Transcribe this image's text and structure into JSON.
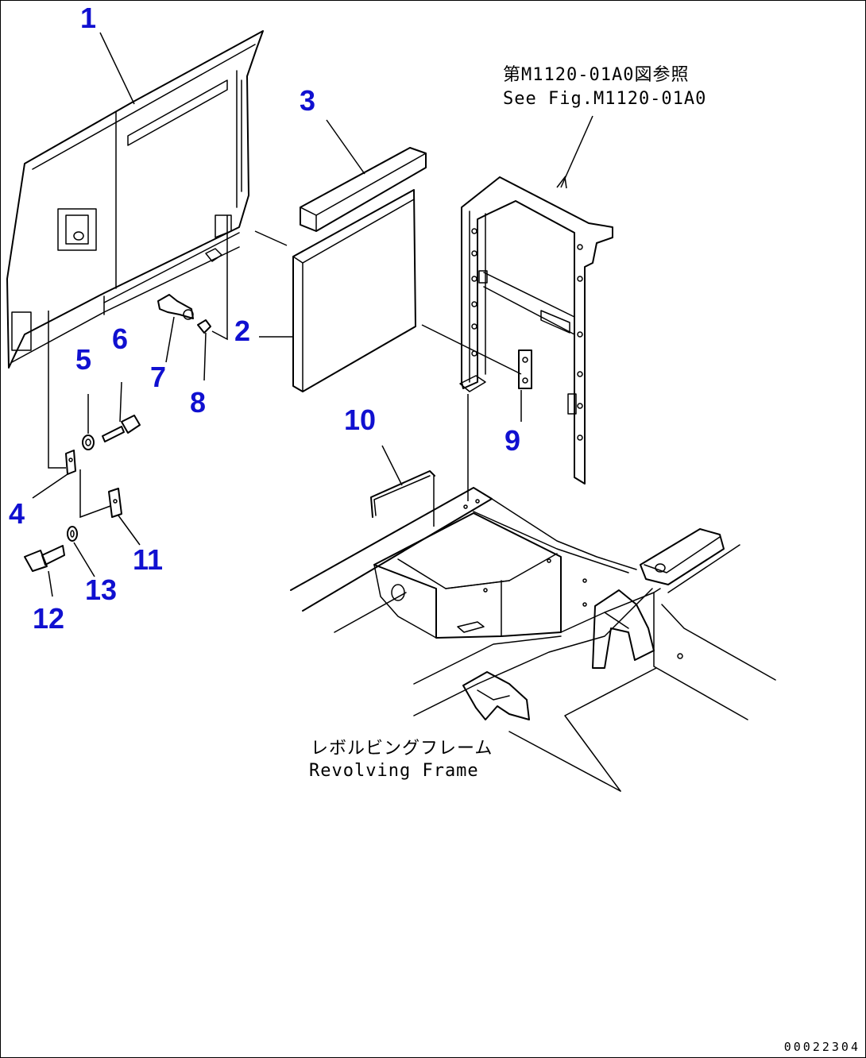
{
  "callouts": {
    "c1": "1",
    "c2": "2",
    "c3": "3",
    "c4": "4",
    "c5": "5",
    "c6": "6",
    "c7": "7",
    "c8": "8",
    "c9": "9",
    "c10": "10",
    "c11": "11",
    "c12": "12",
    "c13": "13"
  },
  "notes": {
    "ref_jp": "第M1120-01A0図参照",
    "ref_en": "See Fig.M1120-01A0",
    "frame_jp": "レボルビングフレーム",
    "frame_en": "Revolving Frame"
  },
  "document_number": "00022304",
  "colors": {
    "callout": "#1010d0",
    "line": "#000000",
    "background": "#ffffff"
  }
}
